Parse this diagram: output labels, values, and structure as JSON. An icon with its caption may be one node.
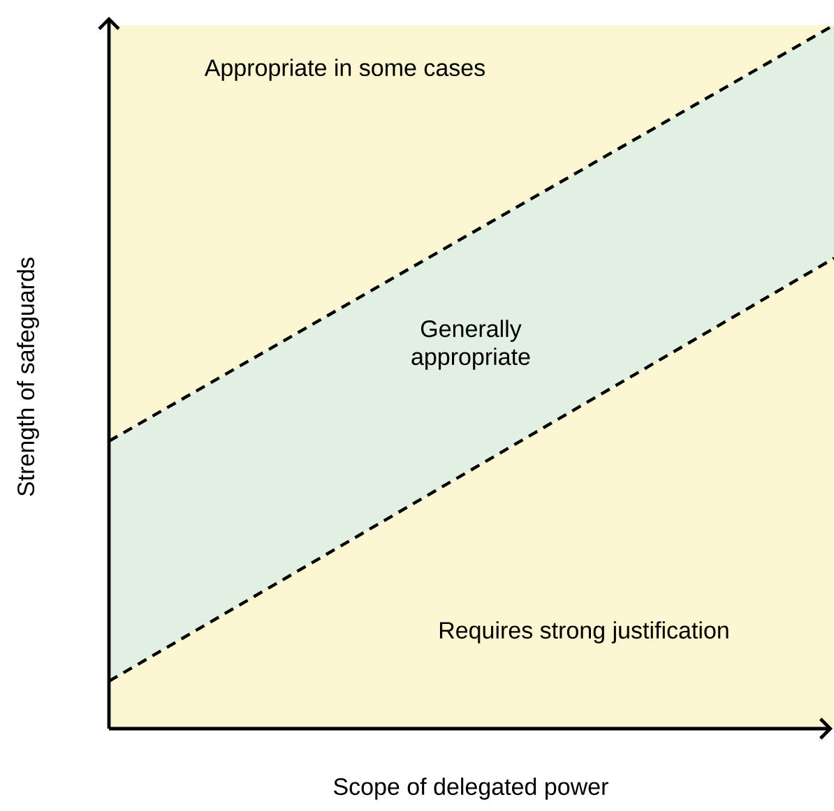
{
  "diagram": {
    "nodes": [
      {
        "text": [
          "Appropriate in some cases"
        ]
      },
      {
        "text": [
          "Generally appropriate"
        ]
      },
      {
        "text": [
          "Requires strong justification"
        ]
      }
    ],
    "labels": [
      "Strength of safeguards",
      "Scope of delegated power"
    ]
  }
}
